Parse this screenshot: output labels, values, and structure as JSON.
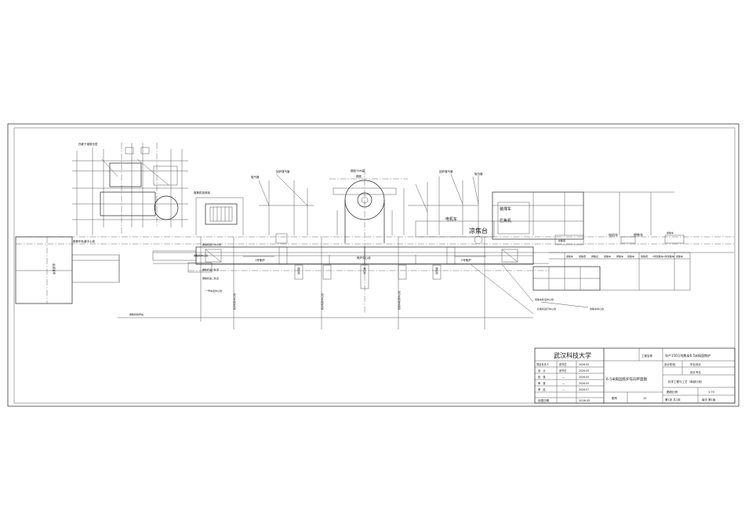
{
  "drawing": {
    "labels": {
      "coal_tower_top": "四坡下煤塔仓层",
      "exhaust_left": "吸气管",
      "gas_pipe_left": "回炉煤气管",
      "stack": "烟囱70M高",
      "stack_sub": "烟囱",
      "gas_pipe_right": "回炉煤气管",
      "exhaust_right": "吸气管",
      "coal_car": "装煤车",
      "electric_car": "电机车",
      "coke_guide": "拦焦机",
      "coke_quench": "凉焦台",
      "tail_car": "熄焦车",
      "pusher_left": "推焦机",
      "pusher_mid": "推焦机",
      "pusher_mid2": "推焦机",
      "battery1": "1号焦炉",
      "battery2": "2号焦炉",
      "center_line": "焦炉中心线",
      "coke_side_line": "焦炉焦侧中心线",
      "machine_side_line": "焦炉机侧中心线",
      "coal_track_line": "装煤车轨道中心线",
      "left_track": "推焦车轨道中心线",
      "side_wall": "运焦皮带",
      "left_label1": "推焦机运行中心线",
      "left_label2": "推焦机第一轨道",
      "left_label3": "推焦机第二轨道",
      "left_label4": "推焦机中心线",
      "machine_room": "推焦机检修库",
      "track_center": "一号车道中心线",
      "bottom_left": "推焦机检修站",
      "right_b1": "熄焦车轨道中心线",
      "right_b2": "拦焦机运行中心线",
      "right_b3": "熄焦车中心线",
      "right_pusher": "电机车",
      "right_tail": "熄焦车",
      "right_station": "熄焦塔",
      "right_cells": [
        "熄焦车",
        "熄焦塔",
        "排焦台",
        "熄焦车",
        "排焦车",
        "熄焦车",
        "熄焦塔",
        "2米熄焦车",
        "2米熄焦车",
        "熄焦车"
      ]
    },
    "title_block": {
      "university": "武汉科技大学",
      "project_label": "工程名称",
      "project": "年产150万吨焦炭6.5米捣固焦炉",
      "drawing_name": "6.5米捣固焦炉车间平面图",
      "design_stage_label": "设计阶段",
      "design_stage": "毕业设计",
      "major_label": "设计专业",
      "major": "化学工程与工艺（卓越计划）",
      "scale_label": "图纸比例",
      "scale": "1:70",
      "sheet": "第1张 共1张",
      "version": "版次 第1版",
      "drawing_no_label": "图号",
      "drawing_no": "10",
      "date_label": "出图日期",
      "date": "2026.05",
      "rows": [
        {
          "role": "项目负责人",
          "name": "张书亿",
          "date": "2026.05"
        },
        {
          "role": "设　计",
          "name": "张书亿",
          "date": "2026.05"
        },
        {
          "role": "校　核",
          "name": "—",
          "date": "2026.05"
        },
        {
          "role": "审　核",
          "name": "—",
          "date": "2026.05"
        },
        {
          "role": "审　定",
          "name": "—",
          "date": "2026.07"
        }
      ]
    }
  }
}
